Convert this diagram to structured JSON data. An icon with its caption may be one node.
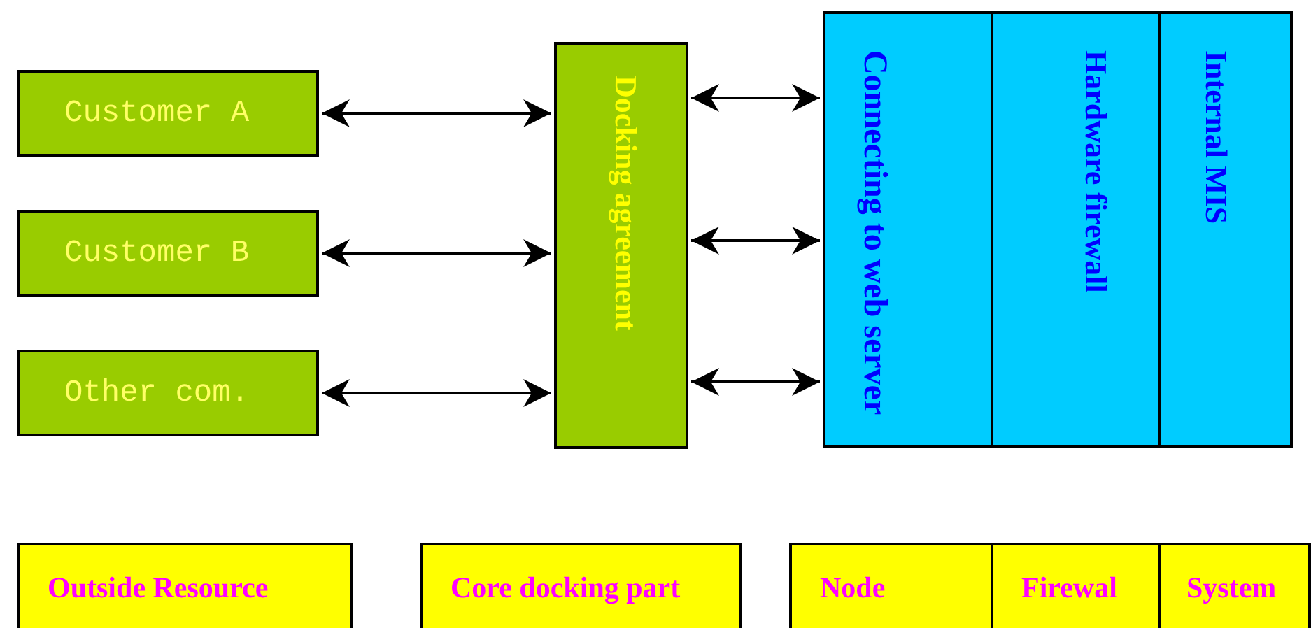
{
  "diagram": {
    "nodes": [
      {
        "text": [
          "Customer A"
        ]
      },
      {
        "text": [
          "Customer B"
        ]
      },
      {
        "text": [
          "Other com."
        ]
      },
      {
        "text": [
          "Docking agreement"
        ]
      },
      {
        "text": [
          "Connecting to web server"
        ]
      },
      {
        "text": [
          "Hardware firewall"
        ]
      },
      {
        "text": [
          "Internal MIS"
        ]
      },
      {
        "text": [
          "Outside Resource"
        ]
      },
      {
        "text": [
          "Core docking part"
        ]
      },
      {
        "text": [
          "Node"
        ]
      },
      {
        "text": [
          "Firewal"
        ]
      },
      {
        "text": [
          "System"
        ]
      }
    ],
    "edges": [
      {
        "from": 0,
        "to": 3,
        "arrow": "both"
      },
      {
        "from": 1,
        "to": 3,
        "arrow": "both"
      },
      {
        "from": 2,
        "to": 3,
        "arrow": "both"
      },
      {
        "from": 3,
        "to": 4,
        "arrow": "both"
      },
      {
        "from": 3,
        "to": 4,
        "arrow": "both"
      },
      {
        "from": 3,
        "to": 4,
        "arrow": "both"
      }
    ]
  }
}
